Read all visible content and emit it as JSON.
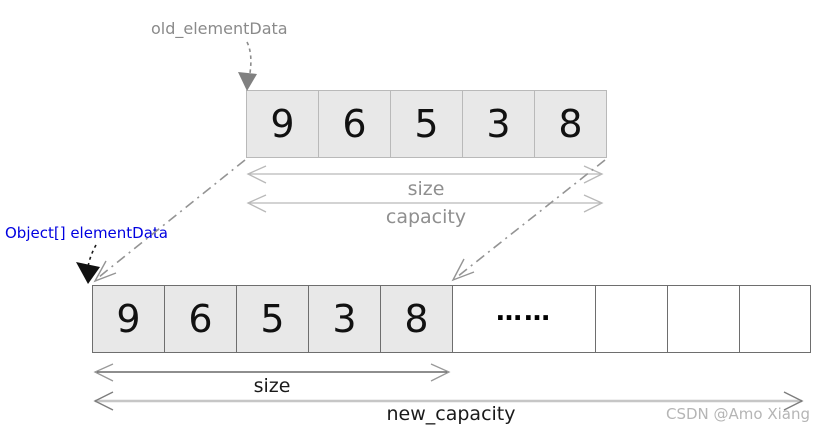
{
  "labels": {
    "old_pointer": "old_elementData",
    "new_pointer": "Object[] elementData",
    "size_top": "size",
    "capacity_top": "capacity",
    "size_bottom": "size",
    "new_capacity": "new_capacity"
  },
  "old_array": {
    "cells": [
      "9",
      "6",
      "5",
      "3",
      "8"
    ]
  },
  "new_array": {
    "filled_cells": [
      "9",
      "6",
      "5",
      "3",
      "8"
    ],
    "ellipsis": "……",
    "empty_cells": [
      "",
      "",
      ""
    ]
  },
  "watermark": "CSDN @Amo Xiang",
  "colors": {
    "cell_fill": "#e8e8e8",
    "old_array_border": "#b9b9b9",
    "new_array_border": "#6e6e6e",
    "gray_label": "#8f8f8f",
    "dark_label": "#1a1a1a",
    "pointer_blue": "#0000e0",
    "extent_arrow_light": "#b9b9b9",
    "dashdot_gray": "#949494",
    "black_pointer": "#1a1a1a",
    "watermark_gray": "#b5b5b5"
  }
}
